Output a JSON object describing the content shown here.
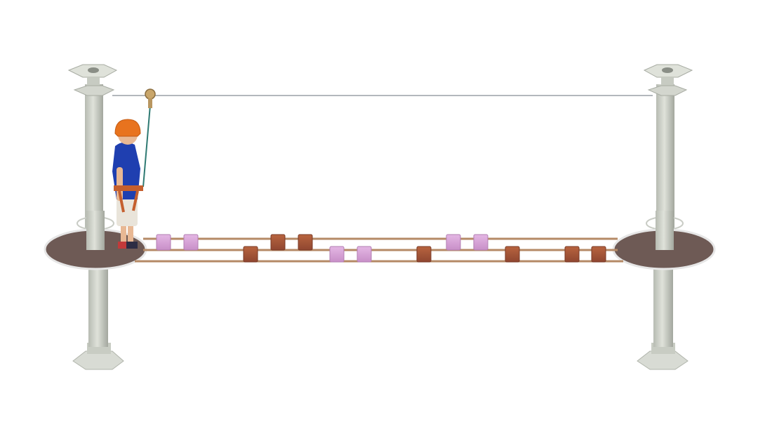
{
  "scene": {
    "subject": "rope-course-element",
    "colors": {
      "background": "#ffffff",
      "pole": "#c9cdc4",
      "pole_shadow": "#a9ada4",
      "platform": "#6e5a55",
      "platform_rim": "#e2e2e2",
      "rope": "#b58a66",
      "step_wood": "#a5533a",
      "step_pink": "#d9a6d9",
      "cable": "#9aa0a6",
      "helmet": "#e8731e",
      "shirt": "#1f3fb0",
      "shorts": "#e9e4da",
      "skin": "#e8b894",
      "harness": "#c55f2e"
    },
    "steps": {
      "upper_row": [
        "pink",
        "pink",
        "wood",
        "wood",
        "pink",
        "pink"
      ],
      "lower_row": [
        "wood",
        "pink",
        "pink",
        "wood",
        "wood",
        "wood",
        "wood"
      ]
    },
    "icons": [
      "helmet-icon",
      "pulley-icon",
      "post-cap-icon"
    ]
  }
}
